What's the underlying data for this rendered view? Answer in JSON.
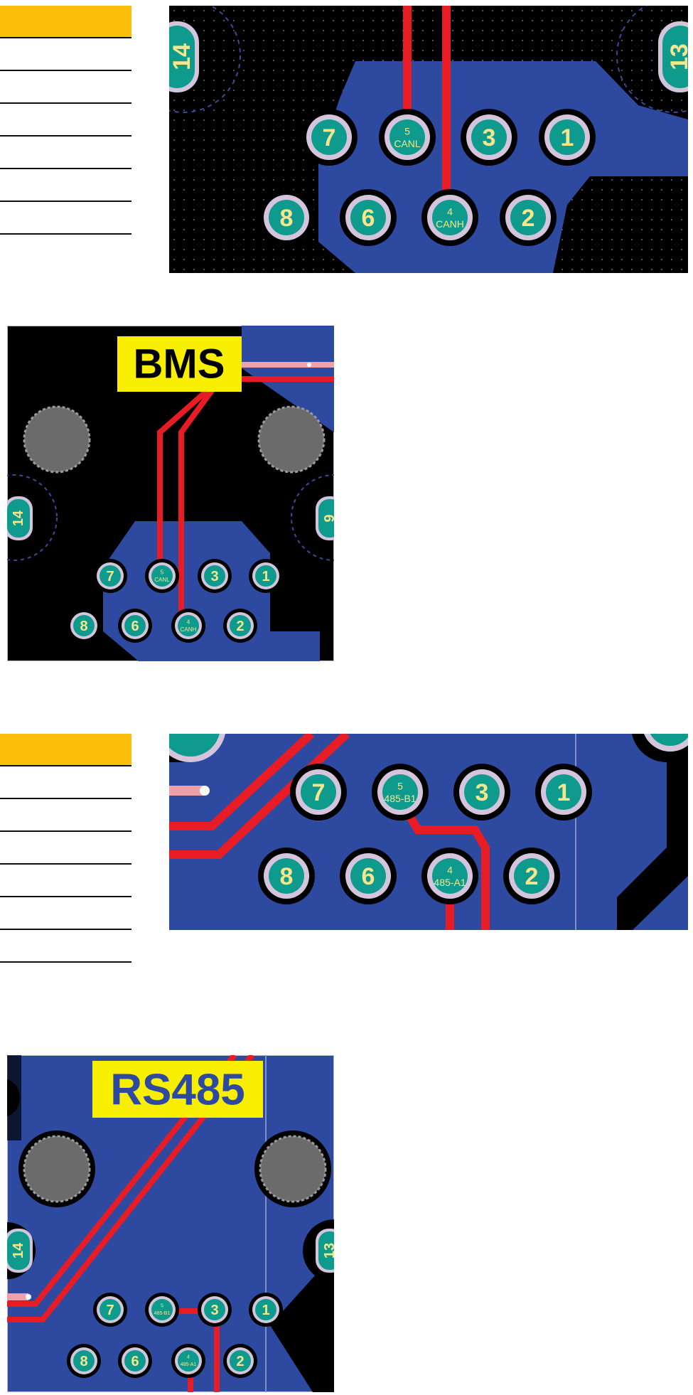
{
  "colors": {
    "table_header": "#fbbf0a",
    "board": "#000000",
    "copper": "#2d4aa0",
    "trace": "#e81c24",
    "pad": "#0e9b8d",
    "pad_text": "#f4e68c",
    "ring": "#d4c4dc",
    "label_bg": "#f8ef00",
    "bms_text": "#000000",
    "rs485_text": "#2d4aa0",
    "mount_hole": "#6b6b6b"
  },
  "tables": {
    "top": {
      "rows": [
        "",
        "",
        "",
        "",
        "",
        "",
        ""
      ]
    },
    "bottom": {
      "rows": [
        "",
        "",
        "",
        "",
        "",
        "",
        ""
      ]
    }
  },
  "connectors": {
    "can": {
      "pads": [
        {
          "num": "7"
        },
        {
          "num": "5",
          "net": "CANL"
        },
        {
          "num": "3"
        },
        {
          "num": "1"
        },
        {
          "num": "8"
        },
        {
          "num": "6"
        },
        {
          "num": "4",
          "net": "CANH"
        },
        {
          "num": "2"
        }
      ],
      "side_pads": [
        "14",
        "13"
      ]
    },
    "bms_label": "BMS",
    "bms_side_pads": [
      "14",
      "9"
    ],
    "rs485": {
      "pads": [
        {
          "num": "7"
        },
        {
          "num": "5",
          "net": "485-B1"
        },
        {
          "num": "3"
        },
        {
          "num": "1"
        },
        {
          "num": "8"
        },
        {
          "num": "6"
        },
        {
          "num": "4",
          "net": "485-A1"
        },
        {
          "num": "2"
        }
      ]
    },
    "rs485_label": "RS485",
    "rs485_side_pads": [
      "14",
      "13"
    ]
  }
}
